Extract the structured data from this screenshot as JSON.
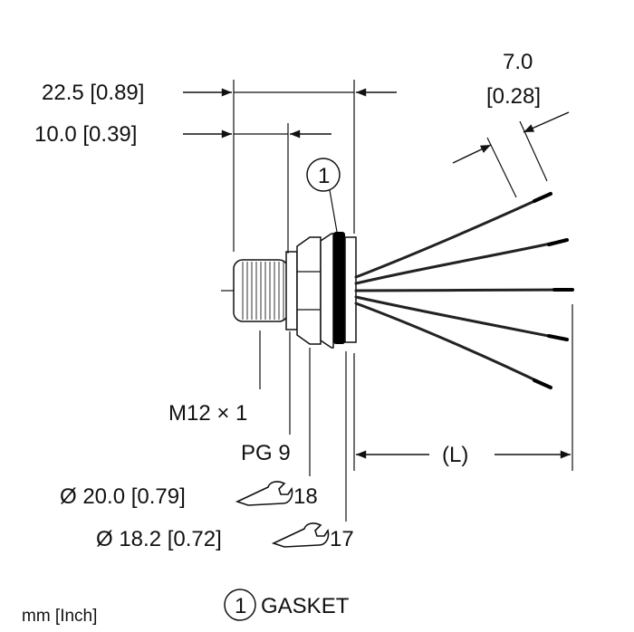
{
  "dimensions": {
    "overall_length": "22.5 [0.89]",
    "thread_length": "10.0 [0.39]",
    "wire_spacing_top": "7.0",
    "wire_spacing_bottom": "[0.28]",
    "cable_length": "(L)"
  },
  "callouts": {
    "thread": "M12 × 1",
    "pg": "PG 9",
    "hex1_diameter": "Ø 20.0 [0.79]",
    "hex1_wrench": "18",
    "hex2_diameter": "Ø 18.2 [0.72]",
    "hex2_wrench": "17"
  },
  "legend": {
    "marker": "1",
    "item": "GASKET"
  },
  "units_note": "mm [Inch]",
  "icons": {
    "wrench": "wrench-icon",
    "callout": "numbered-circle-icon"
  },
  "colors": {
    "ink": "#111111",
    "gasket": "#000000"
  }
}
